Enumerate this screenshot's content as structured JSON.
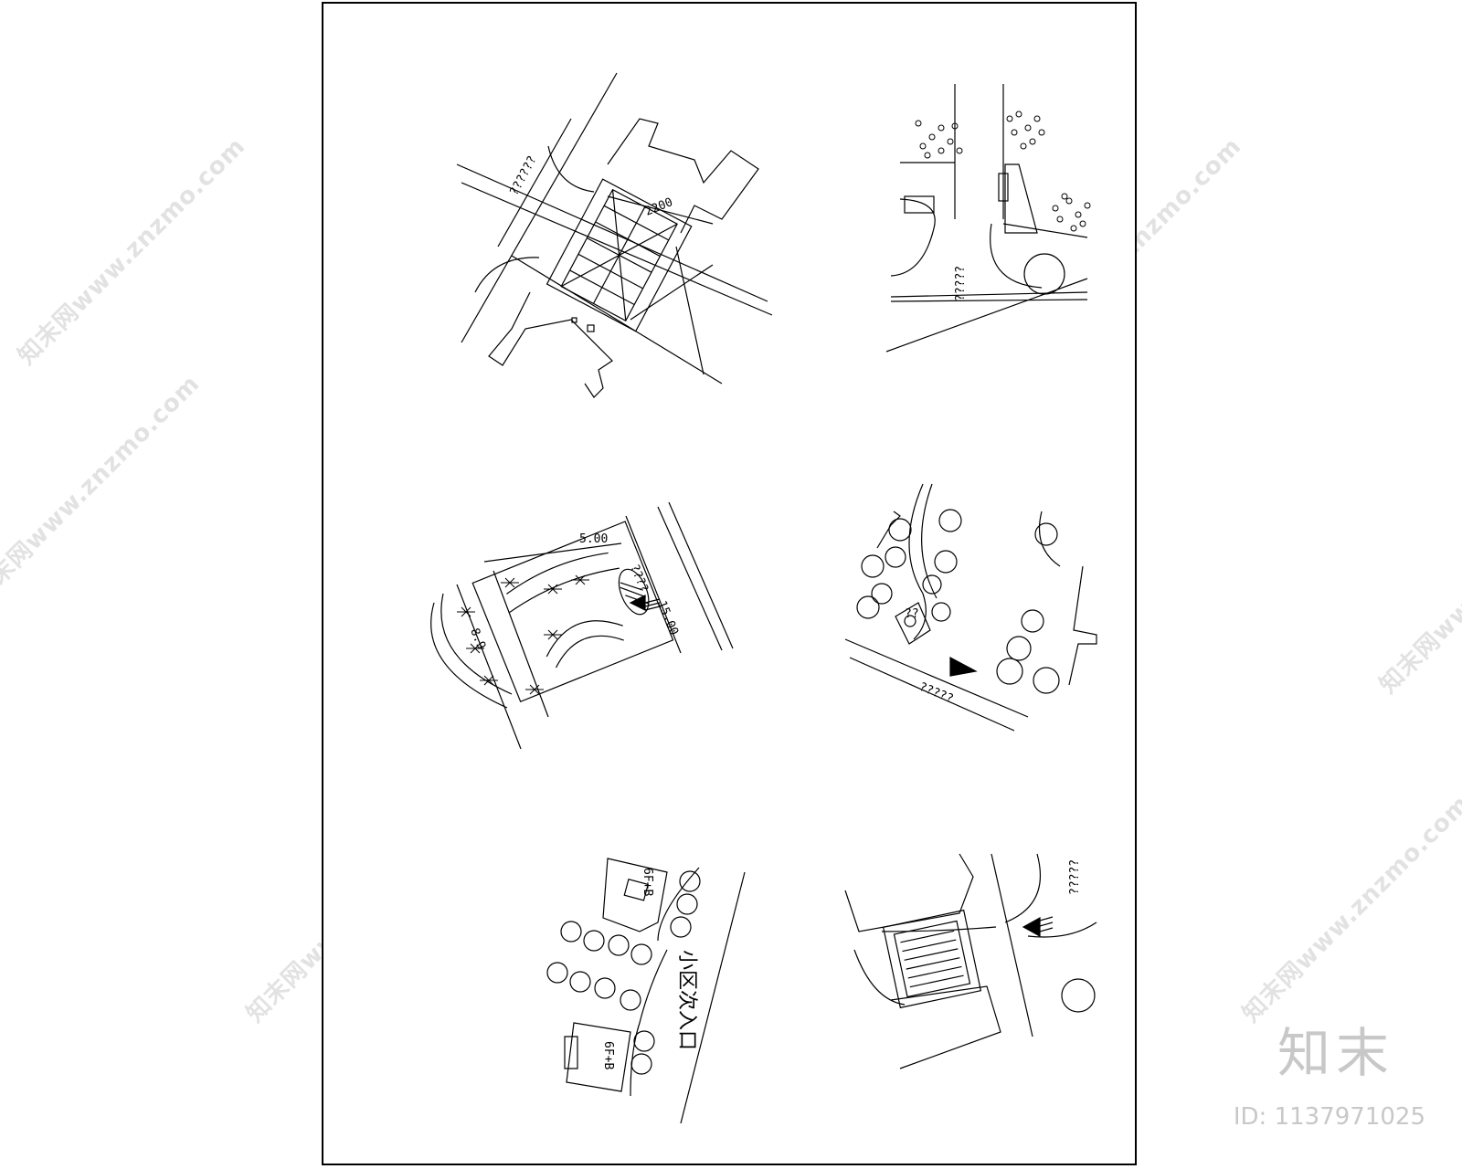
{
  "watermark": {
    "text": "知末网www.znzmo.com"
  },
  "brand": {
    "logo": "知末",
    "id_label": "ID: 1137971025"
  },
  "drawings": {
    "top_left": {
      "dimension": "2200",
      "road_label": "??????"
    },
    "top_right": {
      "road_label": "?????"
    },
    "mid_left": {
      "dim_a": "5.00",
      "dim_b": "15.00",
      "dim_c": "8.9",
      "road_label": "????"
    },
    "mid_right": {
      "road_label": "?????",
      "tag": "??"
    },
    "bottom_left": {
      "building_a": "6F+B",
      "building_b": "6F+B",
      "entrance_label": "小区次入口"
    },
    "bottom_right": {
      "road_label": "?????"
    }
  }
}
